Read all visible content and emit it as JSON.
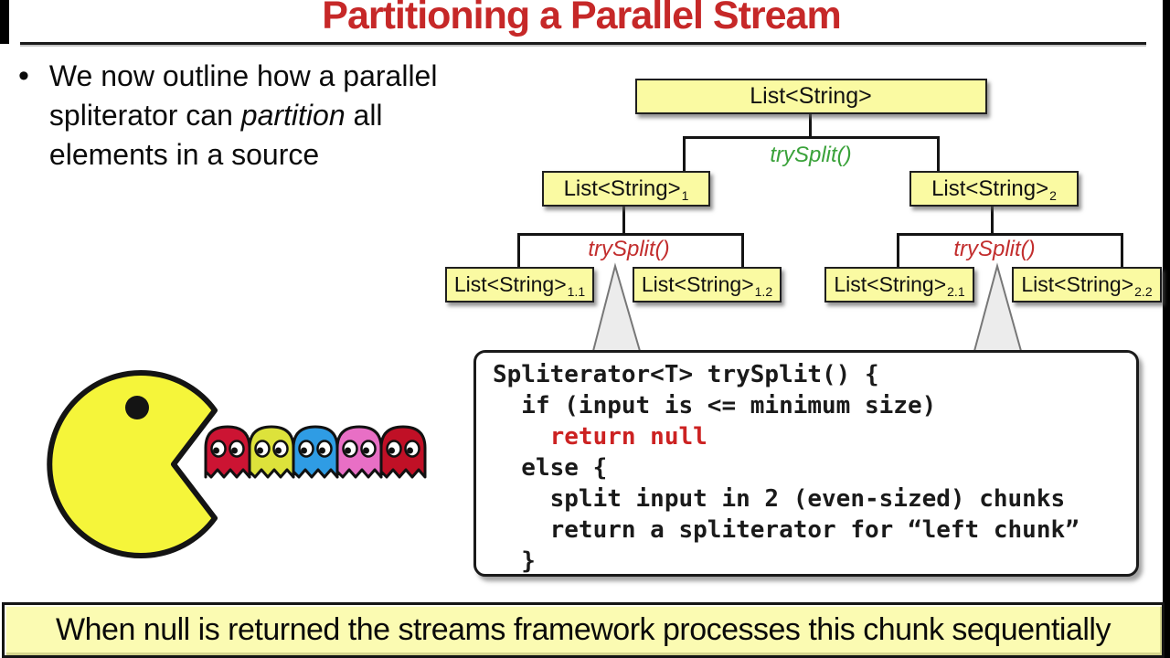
{
  "header": {
    "title": "Partitioning a Parallel Stream",
    "title_color": "#c62828"
  },
  "bullet": {
    "marker": "•",
    "line1": "We now outline how a parallel",
    "line2_pre": "spliterator can ",
    "line2_italic": "partition",
    "line2_post": " all",
    "line3": "elements in a source"
  },
  "tree": {
    "node_fill": "#fafaa2",
    "root": {
      "label": "List<String>",
      "sub": ""
    },
    "try_split_top": {
      "label": "trySplit()",
      "color": "#3aa23a"
    },
    "try_split_left": {
      "label": "trySplit()",
      "color": "#c22d2d"
    },
    "try_split_right": {
      "label": "trySplit()",
      "color": "#c22d2d"
    },
    "level2": [
      {
        "label": "List<String>",
        "sub": "1"
      },
      {
        "label": "List<String>",
        "sub": "2"
      }
    ],
    "level3": [
      {
        "label": "List<String>",
        "sub": "1.1"
      },
      {
        "label": "List<String>",
        "sub": "1.2"
      },
      {
        "label": "List<String>",
        "sub": "2.1"
      },
      {
        "label": "List<String>",
        "sub": "2.2"
      }
    ]
  },
  "code_box": {
    "lines": [
      {
        "text": "Spliterator<T> trySplit() {",
        "color": "#1a1a1a"
      },
      {
        "text": "  if (input is <= minimum size)",
        "color": "#1a1a1a"
      },
      {
        "text": "    return null",
        "color": "#cc2222"
      },
      {
        "text": "  else {",
        "color": "#1a1a1a"
      },
      {
        "text": "    split input in 2 (even-sized) chunks",
        "color": "#1a1a1a"
      },
      {
        "text": "    return a spliterator for “left chunk”",
        "color": "#1a1a1a"
      },
      {
        "text": "  }",
        "color": "#1a1a1a"
      }
    ]
  },
  "pacman": {
    "body_color": "#f5f53a",
    "ghosts": [
      {
        "name": "ghost-red-1",
        "color": "#cc1433"
      },
      {
        "name": "ghost-yellow",
        "color": "#dde23b"
      },
      {
        "name": "ghost-blue",
        "color": "#2f9ce4"
      },
      {
        "name": "ghost-pink",
        "color": "#e86fc5"
      },
      {
        "name": "ghost-red-2",
        "color": "#c01026"
      }
    ]
  },
  "banner": {
    "text": "When null is returned the streams framework processes this chunk sequentially",
    "bg": "#fbfbb2"
  }
}
